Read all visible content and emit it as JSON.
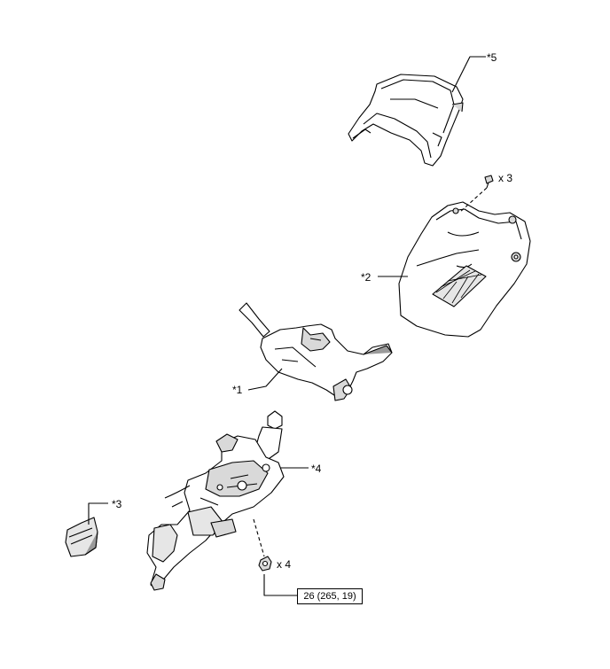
{
  "labels": {
    "part1": "*1",
    "part2": "*2",
    "part3": "*3",
    "part4": "*4",
    "part5": "*5",
    "qty_screws": "x 3",
    "qty_nuts": "x 4"
  },
  "torque": "26 (265, 19)",
  "colors": {
    "line": "#000000",
    "fill_light": "#ffffff",
    "fill_shade": "#d9d9d9",
    "fill_dark": "#9a9a9a"
  }
}
